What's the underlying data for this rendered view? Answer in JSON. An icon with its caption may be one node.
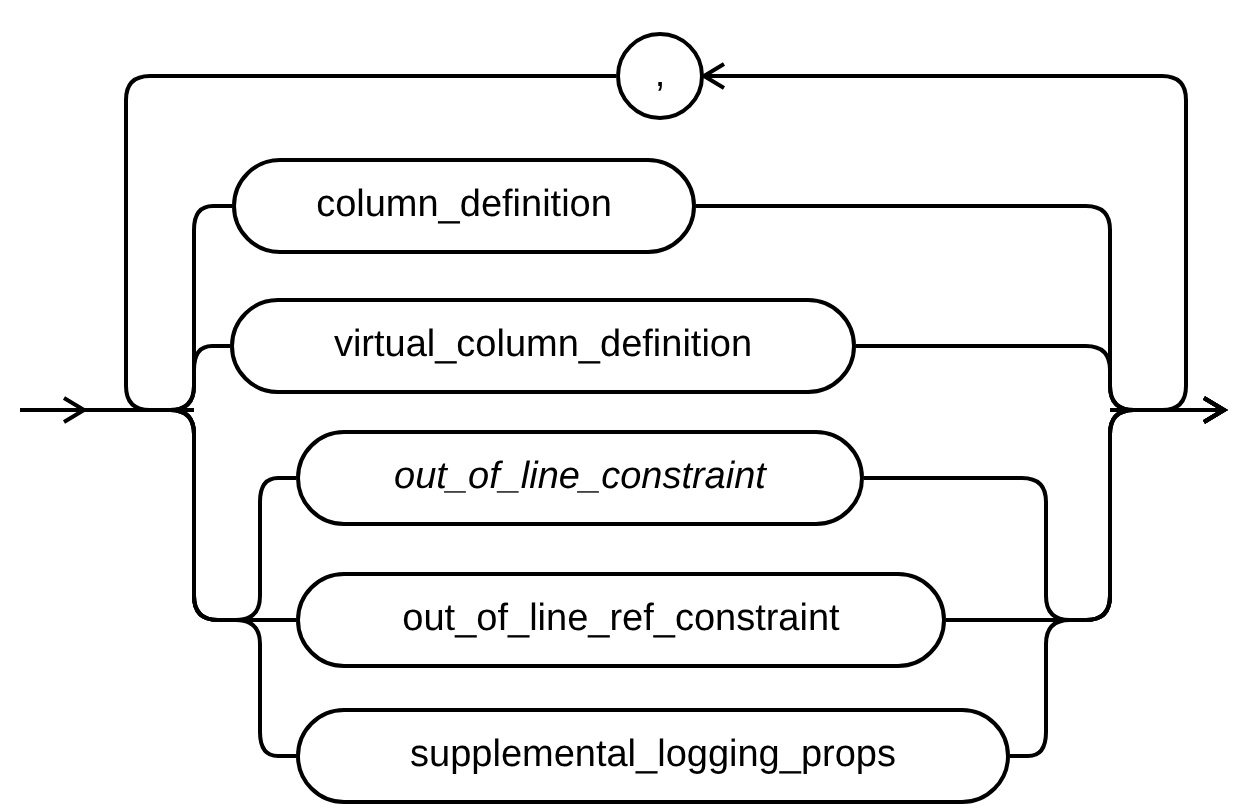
{
  "diagram": {
    "nodes": [
      {
        "text": [
          ","
        ]
      },
      {
        "text": [
          "column_definition"
        ]
      },
      {
        "text": [
          "virtual_column_definition"
        ]
      },
      {
        "text": [
          "out_of_line_constraint"
        ]
      },
      {
        "text": [
          "out_of_line_ref_constraint"
        ]
      },
      {
        "text": [
          "supplemental_logging_props"
        ]
      }
    ],
    "edges": [
      {
        "from": null,
        "to": 0,
        "arrow": "to"
      },
      {
        "from": 0,
        "to": null,
        "arrow": "none"
      },
      {
        "from": null,
        "to": 1,
        "arrow": "none"
      },
      {
        "from": null,
        "to": 2,
        "arrow": "none"
      },
      {
        "from": null,
        "to": 3,
        "arrow": "none"
      },
      {
        "from": null,
        "to": 4,
        "arrow": "none"
      },
      {
        "from": null,
        "to": 5,
        "arrow": "none"
      },
      {
        "from": 1,
        "to": null,
        "arrow": "to"
      },
      {
        "from": 2,
        "to": null,
        "arrow": "to"
      },
      {
        "from": 3,
        "to": null,
        "arrow": "to"
      },
      {
        "from": 4,
        "to": null,
        "arrow": "to"
      },
      {
        "from": 5,
        "to": null,
        "arrow": "to"
      }
    ]
  }
}
